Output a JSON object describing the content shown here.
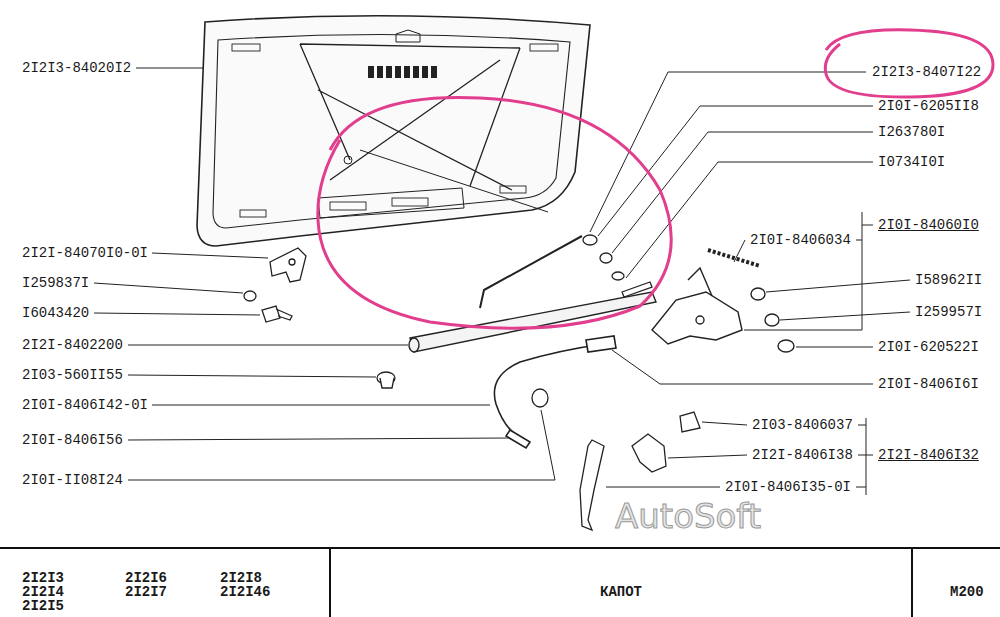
{
  "diagram": {
    "labels": [
      "2I2I3-84020I2",
      "2I2I3-8407I22",
      "2I0I-6205II8",
      "I263780I",
      "I0734I0I",
      "2I0I-84060I0",
      "2I0I-8406034",
      "I58962II",
      "I259957I",
      "2I0I-620522I",
      "2I0I-8406I6I",
      "2I03-8406037",
      "2I2I-8406I38",
      "2I2I-8406I32",
      "2I0I-8406I35-0I",
      "2I2I-84070I0-0I",
      "I259837I",
      "I6043420",
      "2I2I-8402200",
      "2I03-560II55",
      "2I0I-8406I42-0I",
      "2I0I-8406I56",
      "2I0I-II08I24",
      "AutoSoft",
      "2I2I3",
      "2I2I4",
      "2I2I5",
      "2I2I6",
      "2I2I7",
      "2I2I8",
      "2I2I46",
      "КАПОТ",
      "M200"
    ]
  }
}
